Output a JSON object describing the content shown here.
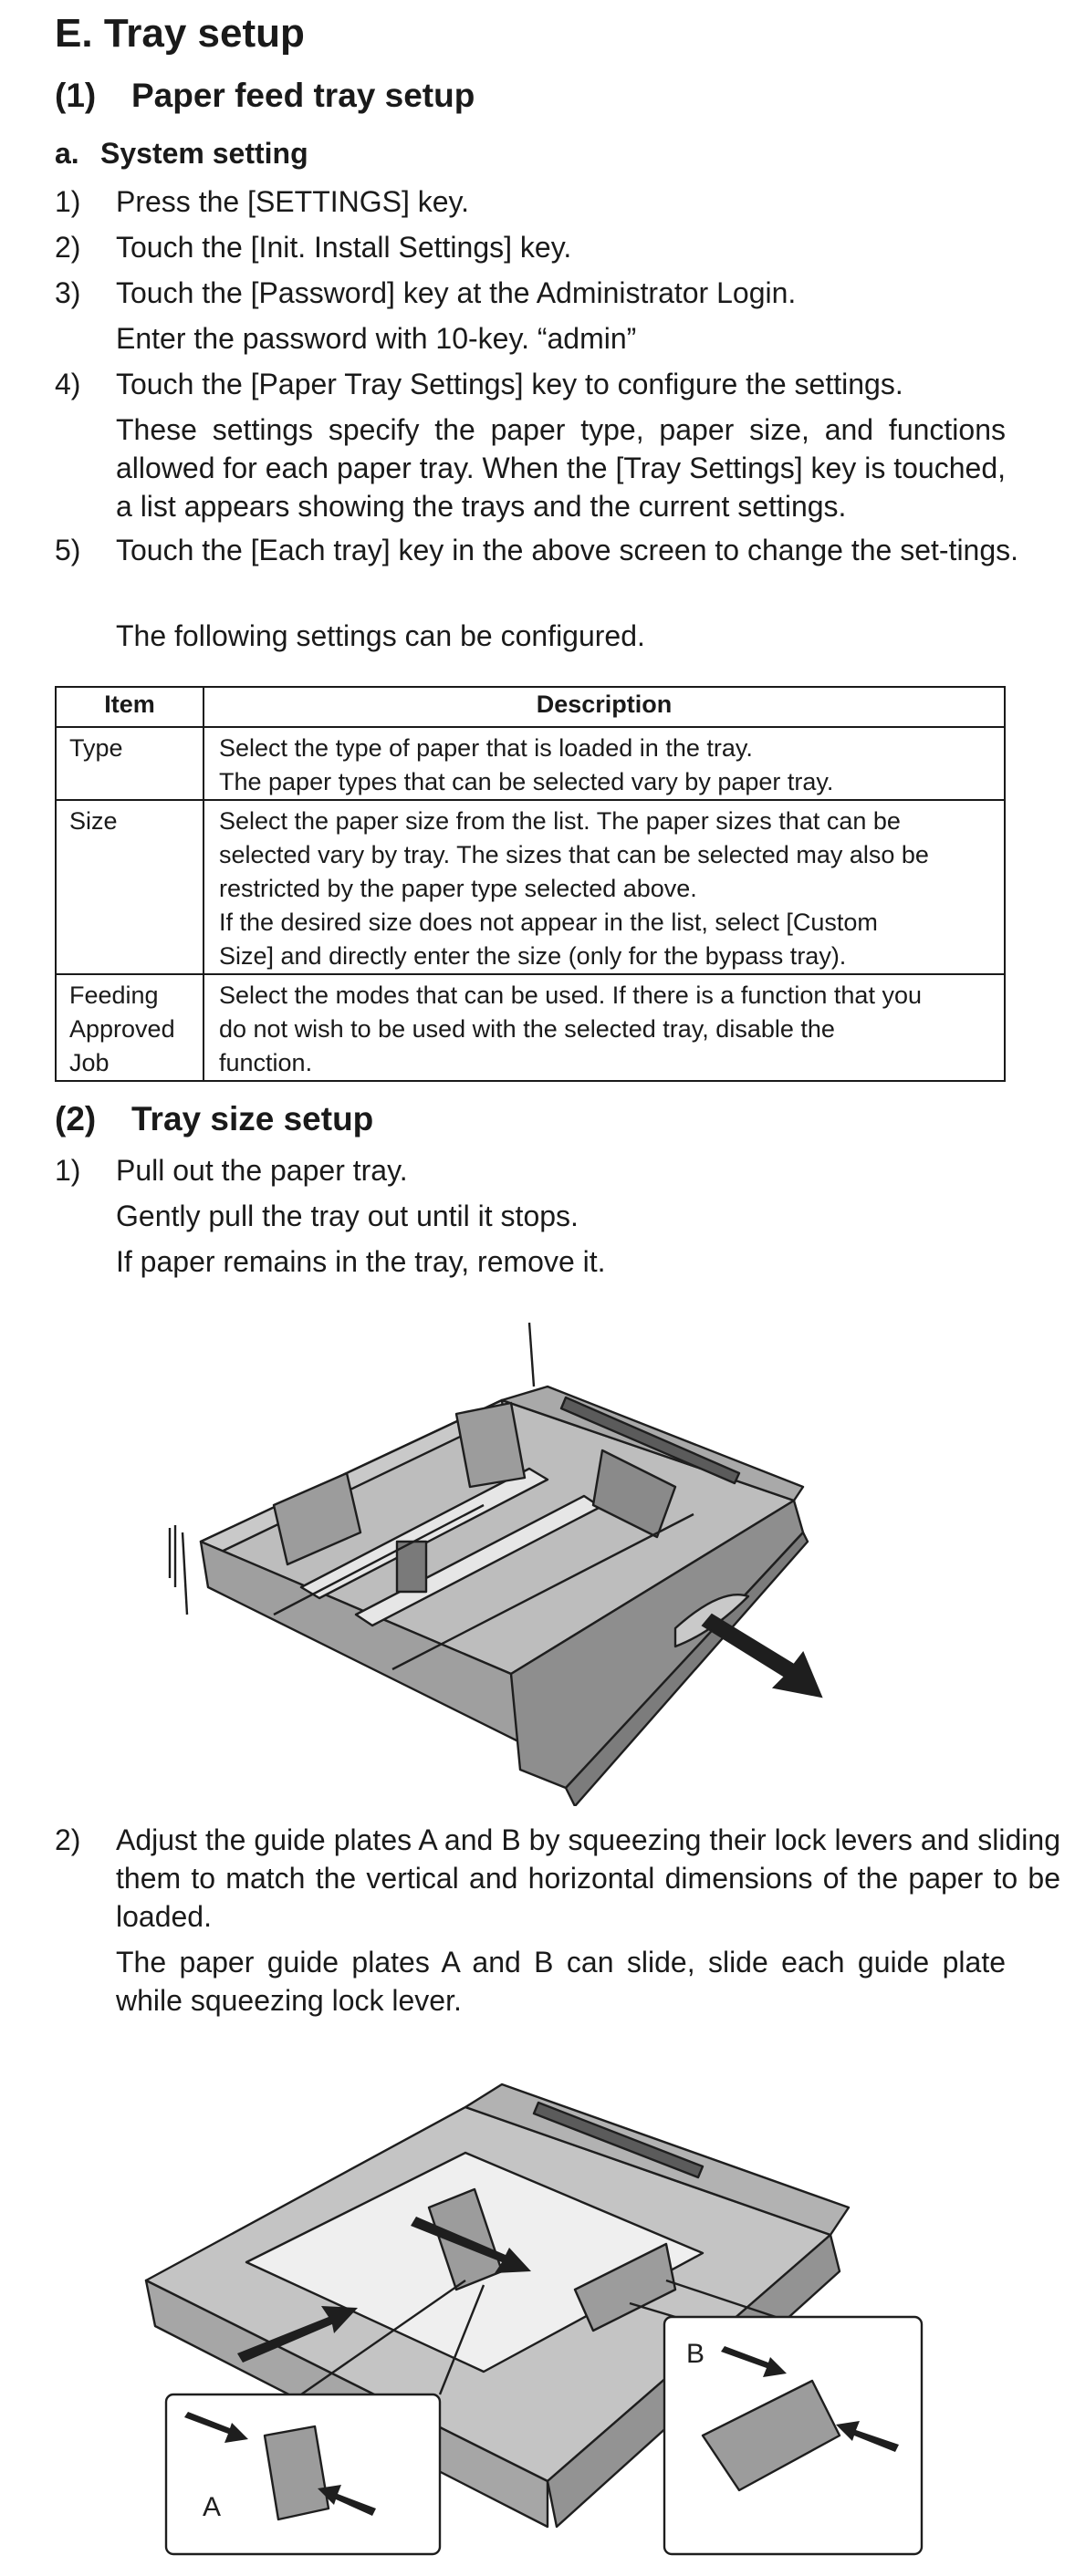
{
  "section": {
    "letter": "E.",
    "title": "Tray setup"
  },
  "feed_setup": {
    "number": "(1)",
    "title": "Paper feed tray setup",
    "sub": {
      "letter": "a.",
      "title": "System setting"
    },
    "steps": [
      {
        "num": "1)",
        "text": "Press the [SETTINGS] key."
      },
      {
        "num": "2)",
        "text": "Touch the [Init. Install Settings] key."
      },
      {
        "num": "3)",
        "text": "Touch the [Password] key at the Administrator Login.",
        "note": "Enter the password with 10-key. “admin”"
      },
      {
        "num": "4)",
        "text": "Touch the [Paper Tray Settings] key to configure the settings.",
        "note": "These settings specify the paper type, paper size, and functions allowed for each paper tray. When the [Tray Settings] key is touched, a list appears showing the trays and the current settings."
      },
      {
        "num": "5)",
        "text": "Touch the [Each tray] key in the above screen to change the set-tings.",
        "note": "The following settings can be configured."
      }
    ]
  },
  "table": {
    "headers": [
      "Item",
      "Description"
    ],
    "rows": [
      {
        "item": "Type",
        "lines": [
          "Select the type of paper that is loaded in the tray.",
          "The paper types that can be selected vary by paper tray."
        ]
      },
      {
        "item": "Size",
        "lines": [
          "Select the paper size from the list. The paper sizes that can be",
          "selected vary by tray. The sizes that can be selected may also be",
          "restricted by the paper type selected above.",
          "If the desired size does not appear in the list, select [Custom",
          "Size] and directly enter the size (only for the bypass tray)."
        ]
      },
      {
        "item_lines": [
          "Feeding",
          "Approved",
          "Job"
        ],
        "lines": [
          "Select the modes that can be used. If there is a function that you",
          "do not wish to be used with the selected tray, disable the",
          "function."
        ]
      }
    ]
  },
  "size_setup": {
    "number": "(2)",
    "title": "Tray size setup",
    "step1": {
      "num": "1)",
      "text": "Pull out the paper tray.",
      "notes": [
        "Gently pull the tray out until it stops.",
        "If paper remains in the tray, remove it."
      ]
    },
    "step2": {
      "num": "2)",
      "text": "Adjust the guide plates A and B by squeezing their lock levers and sliding them to match the vertical and horizontal dimensions of the paper to be loaded.",
      "note": "The paper guide plates A and B can slide, slide each guide plate while squeezing lock lever."
    }
  },
  "figure2": {
    "label_a": "A",
    "label_b": "B"
  }
}
